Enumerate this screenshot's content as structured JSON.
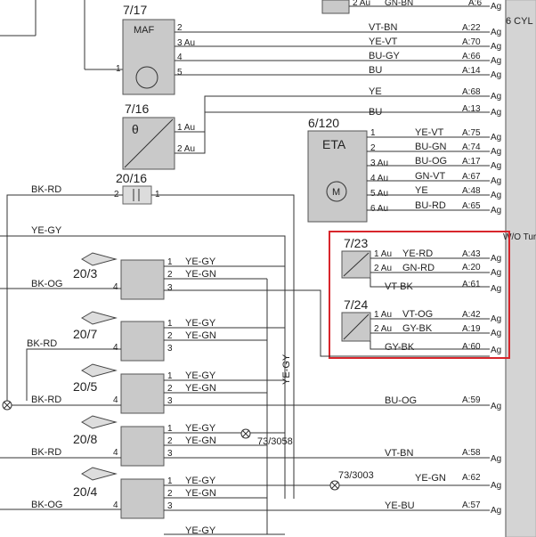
{
  "labels": {
    "cyl": "6 CYL",
    "wo_turbo": "W/O Turbo",
    "top_au": "2 Au",
    "top_gnbn": "GN-BN"
  },
  "components": {
    "maf_id": "7/17",
    "maf_title": "MAF",
    "temp_id": "7/16",
    "temp_symbol": "θ",
    "eta_id": "6/120",
    "eta_title": "ETA",
    "diode_id": "20/16",
    "s723_id": "7/23",
    "s724_id": "7/24",
    "inj1": "20/3",
    "inj2": "20/7",
    "inj3": "20/5",
    "inj4": "20/8",
    "inj5": "20/4",
    "splice1": "73/3058",
    "splice2": "73/3003"
  },
  "pins": {
    "p1": "1",
    "p2": "2",
    "p3": "3",
    "p4": "4",
    "p5": "5",
    "p6": "6",
    "p1au": "1 Au",
    "p2au": "2 Au",
    "p3au": "3 Au",
    "p4au": "4 Au",
    "p5au": "5 Au",
    "p6au": "6 Au"
  },
  "wires": {
    "vtbn": "VT-BN",
    "yevt": "YE-VT",
    "bugy": "BU-GY",
    "bu": "BU",
    "ye": "YE",
    "bugn": "BU-GN",
    "buog": "BU-OG",
    "gnvt": "GN-VT",
    "burd": "BU-RD",
    "bkrd": "BK-RD",
    "yegy": "YE-GY",
    "yegn": "YE-GN",
    "bkog": "BK-OG",
    "yerd": "YE-RD",
    "gnrd": "GN-RD",
    "vtbk": "VT-BK",
    "vtog": "VT-OG",
    "gybk": "GY-BK",
    "vtbn2": "VT-BN",
    "yebu": "YE-BU"
  },
  "connector_pins": {
    "a6": "A:6",
    "a22": "A:22",
    "a70": "A:70",
    "a66": "A:66",
    "a14": "A:14",
    "a68": "A:68",
    "a13": "A:13",
    "a75": "A:75",
    "a74": "A:74",
    "a17": "A:17",
    "a67": "A:67",
    "a48": "A:48",
    "a65": "A:65",
    "a43": "A:43",
    "a20": "A:20",
    "a61": "A:61",
    "a42": "A:42",
    "a19": "A:19",
    "a60": "A:60",
    "a59": "A:59",
    "a58": "A:58",
    "a62": "A:62",
    "a57": "A:57",
    "ag": "Ag"
  }
}
